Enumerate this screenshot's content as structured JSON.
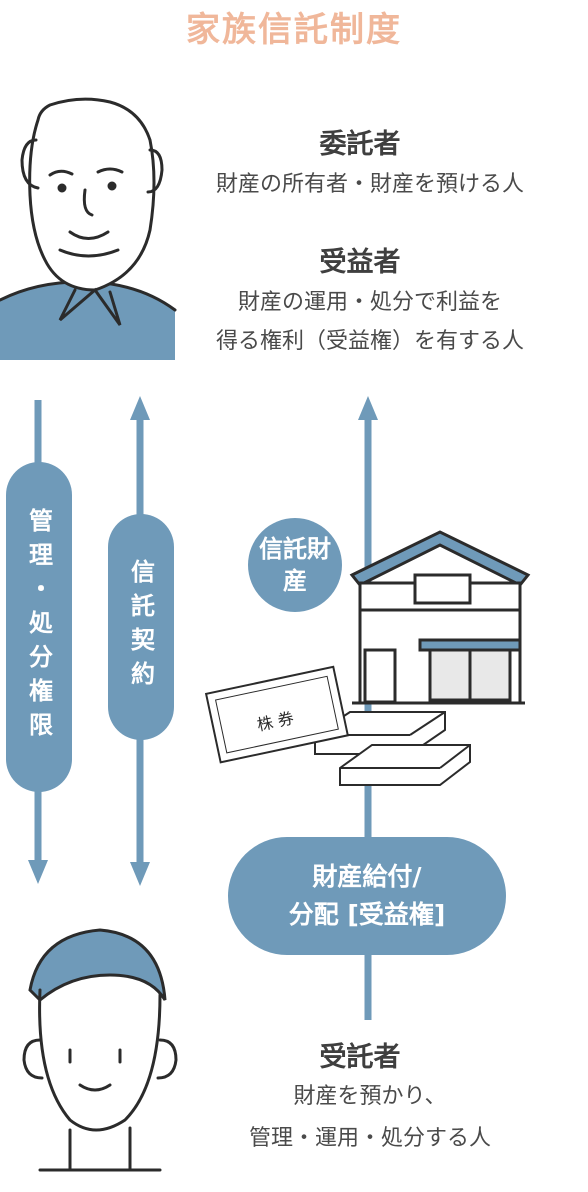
{
  "title": "家族信託制度",
  "settlor": {
    "name": "委託者",
    "description": "財産の所有者・財産を預ける人"
  },
  "beneficiary": {
    "name": "受益者",
    "description_line1": "財産の運用・処分で利益を",
    "description_line2": "得る権利（受益権）を有する人"
  },
  "trustee": {
    "name": "受託者",
    "description_line1": "財産を預かり、",
    "description_line2": "管理・運用・処分する人"
  },
  "arrows": {
    "management": "管理・処分権限",
    "contract": "信託契約",
    "trust_property": "信託財産",
    "distribution": "財産給付/\n分配 [受益権]"
  },
  "stock_certificate": "株 券",
  "colors": {
    "accent": "#6f9ab9",
    "title": "#f0b79a",
    "line": "#2b2b2b"
  }
}
